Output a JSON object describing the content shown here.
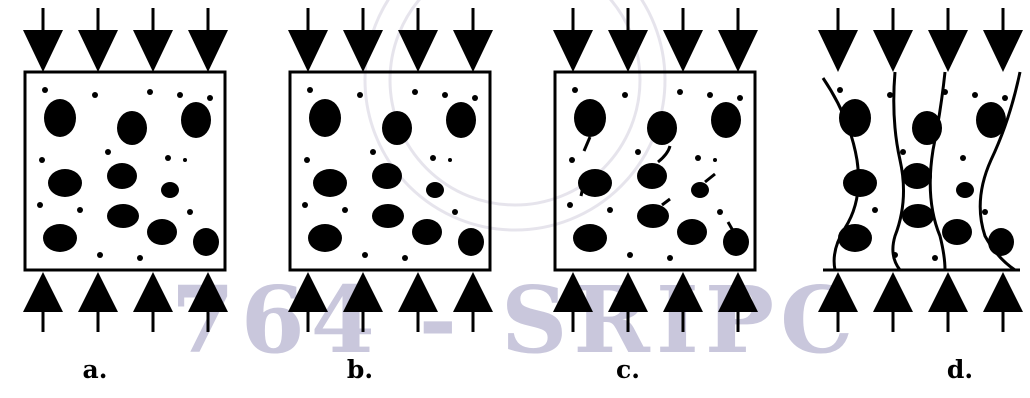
{
  "watermark": {
    "text": "764 - SRIPC",
    "color": "#c9c7dc"
  },
  "colors": {
    "ink": "#000000",
    "paper": "#ffffff"
  },
  "panels": [
    {
      "label": "a.",
      "cracks": "none"
    },
    {
      "label": "b.",
      "cracks": "none"
    },
    {
      "label": "c.",
      "cracks": "micro"
    },
    {
      "label": "d.",
      "cracks": "vertical-splitting"
    }
  ]
}
